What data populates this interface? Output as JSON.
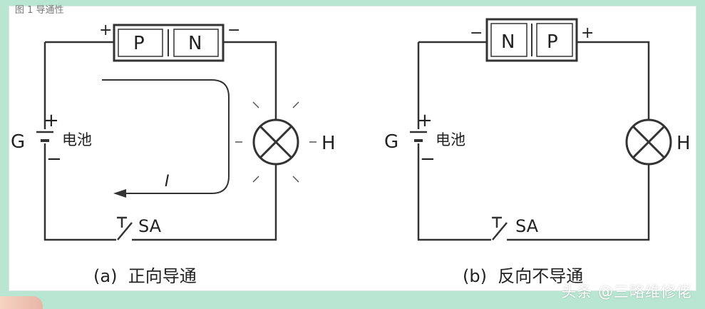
{
  "header": {
    "caption": "图 1 导通性"
  },
  "diagram_a": {
    "pn_left": "P",
    "pn_right": "N",
    "plus": "+",
    "minus": "−",
    "battery_label": "G",
    "battery_name": "电池",
    "battery_plus": "+",
    "battery_minus": "−",
    "lamp_label": "H",
    "switch_label": "SA",
    "current_label": "I",
    "caption": "(a)  正向导通"
  },
  "diagram_b": {
    "pn_left": "N",
    "pn_right": "P",
    "plus": "+",
    "minus": "−",
    "battery_label": "G",
    "battery_name": "电池",
    "battery_plus": "+",
    "battery_minus": "−",
    "lamp_label": "H",
    "switch_label": "SA",
    "caption": "(b)  反向不导通"
  },
  "watermark": "头条 @三略维修佬"
}
